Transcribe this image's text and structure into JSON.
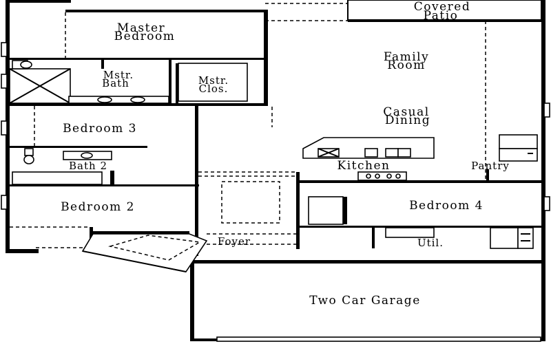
{
  "rooms": {
    "master_bedroom": [
      "Master",
      "Bedroom"
    ],
    "covered_patio": [
      "Covered",
      "Patio"
    ],
    "family_room": [
      "Family",
      "Room"
    ],
    "mstr_bath": [
      "Mstr.",
      "Bath"
    ],
    "mstr_clos": [
      "Mstr.",
      "Clos."
    ],
    "casual_dining": [
      "Casual",
      "Dining"
    ],
    "bedroom_3": "Bedroom 3",
    "bath_2": "Bath 2",
    "kitchen": "Kitchen",
    "pantry": "Pantry",
    "bedroom_2": "Bedroom 2",
    "bedroom_4": "Bedroom 4",
    "foyer": "Foyer",
    "util": "Util.",
    "garage": "Two Car Garage"
  }
}
